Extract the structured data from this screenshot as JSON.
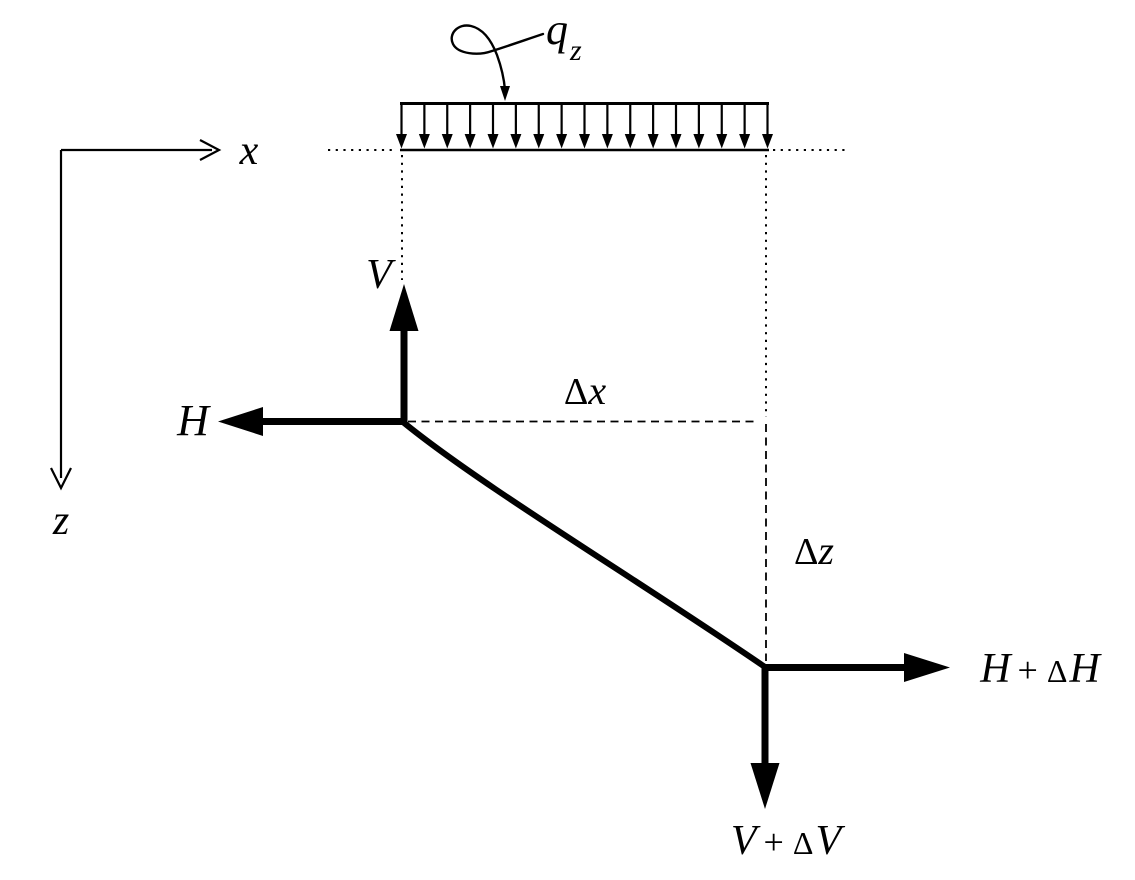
{
  "figure": {
    "background_color": "#ffffff",
    "ink_color": "#000000",
    "load": {
      "label_base": "q",
      "label_subscript": "z",
      "arrow_count": 17
    },
    "axes": {
      "x_label": "x",
      "z_label": "z"
    },
    "forces": {
      "left_vertical_label": "V",
      "left_horizontal_label": "H",
      "right_horizontal": {
        "first": "H",
        "op": "+",
        "delta": "Δ",
        "second": "H"
      },
      "right_vertical": {
        "first": "V",
        "op": "+",
        "delta": "Δ",
        "second": "V"
      }
    },
    "dims": {
      "dx": {
        "delta": "Δ",
        "var": "x"
      },
      "dz": {
        "delta": "Δ",
        "var": "z"
      }
    }
  }
}
